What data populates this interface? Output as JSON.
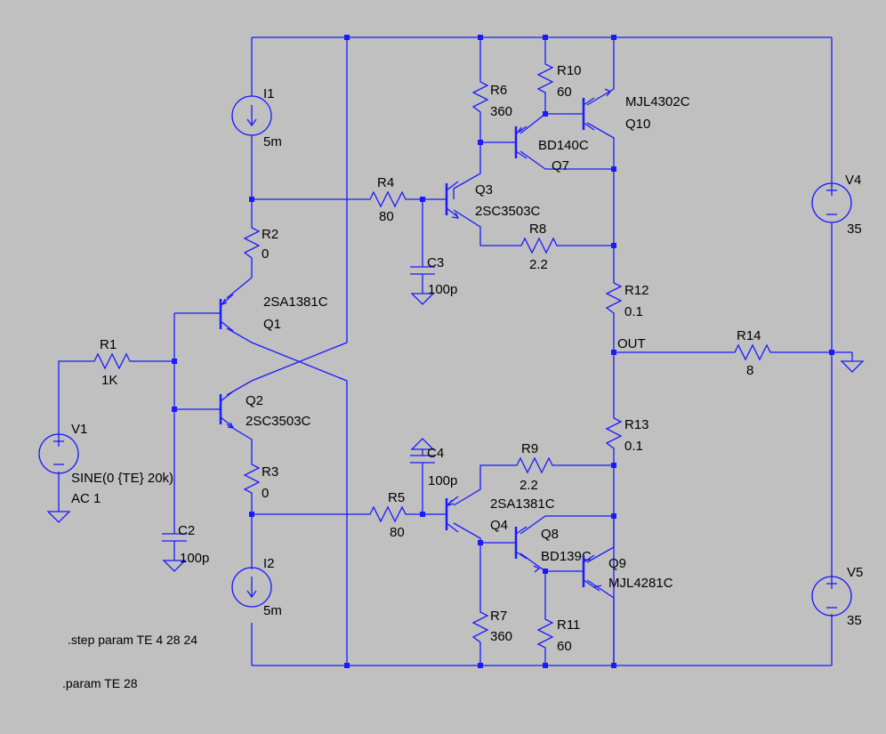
{
  "colors": {
    "background": "#c0c0c0",
    "wire": "#1a1aff",
    "text": "#000000"
  },
  "components": {
    "I1": {
      "name": "I1",
      "value": "5m"
    },
    "I2": {
      "name": "I2",
      "value": "5m"
    },
    "R1": {
      "name": "R1",
      "value": "1K"
    },
    "R2": {
      "name": "R2",
      "value": "0"
    },
    "R3": {
      "name": "R3",
      "value": "0"
    },
    "R4": {
      "name": "R4",
      "value": "80"
    },
    "R5": {
      "name": "R5",
      "value": "80"
    },
    "R6": {
      "name": "R6",
      "value": "360"
    },
    "R7": {
      "name": "R7",
      "value": "360"
    },
    "R8": {
      "name": "R8",
      "value": "2.2"
    },
    "R9": {
      "name": "R9",
      "value": "2.2"
    },
    "R10": {
      "name": "R10",
      "value": "60"
    },
    "R11": {
      "name": "R11",
      "value": "60"
    },
    "R12": {
      "name": "R12",
      "value": "0.1"
    },
    "R13": {
      "name": "R13",
      "value": "0.1"
    },
    "R14": {
      "name": "R14",
      "value": "8"
    },
    "C2": {
      "name": "C2",
      "value": "100p"
    },
    "C3": {
      "name": "C3",
      "value": "100p"
    },
    "C4": {
      "name": "C4",
      "value": "100p"
    },
    "V1": {
      "name": "V1",
      "value": "SINE(0 {TE} 20k)",
      "value2": "AC 1"
    },
    "V4": {
      "name": "V4",
      "value": "35"
    },
    "V5": {
      "name": "V5",
      "value": "35"
    },
    "Q1": {
      "name": "Q1",
      "model": "2SA1381C"
    },
    "Q2": {
      "name": "Q2",
      "model": "2SC3503C"
    },
    "Q3": {
      "name": "Q3",
      "model": "2SC3503C"
    },
    "Q4": {
      "name": "Q4",
      "model": "2SA1381C"
    },
    "Q7": {
      "name": "Q7",
      "model": "BD140C"
    },
    "Q8": {
      "name": "Q8",
      "model": "BD139C"
    },
    "Q9": {
      "name": "Q9",
      "model": "MJL4281C"
    },
    "Q10": {
      "name": "Q10",
      "model": "MJL4302C"
    }
  },
  "net_labels": {
    "out": "OUT"
  },
  "directives": {
    "step": ".step param  TE 4 28 24",
    "param": ".param TE 28"
  }
}
